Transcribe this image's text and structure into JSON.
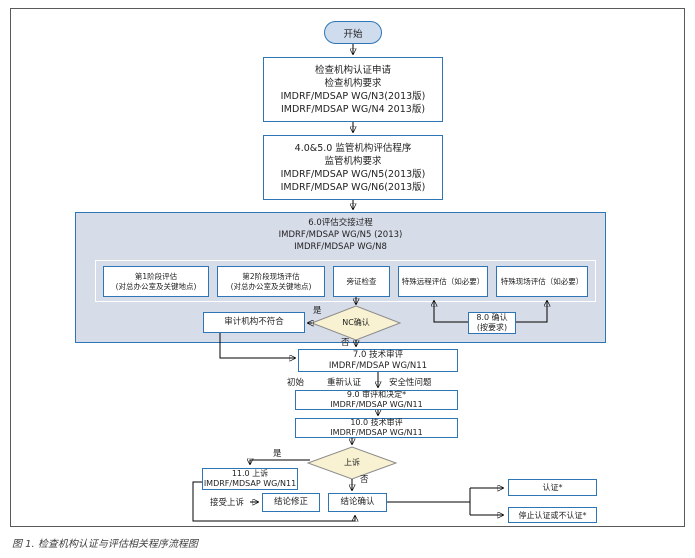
{
  "figure": {
    "caption": "图 1. 检查机构认证与评估相关程序流程图"
  },
  "colors": {
    "accent_blue": "#2e75b6",
    "container_fill": "#d7dce9",
    "decision_fill": "#f8f2d2",
    "start_fill": "#cfdcee",
    "line_color": "#000000"
  },
  "nodes": {
    "start": {
      "label": "开始"
    },
    "application": {
      "lines": [
        "检查机构认证申请",
        "检查机构要求",
        "IMDRF/MDSAP WG/N3(2013版)",
        "IMDRF/MDSAP WG/N4 2013版)"
      ]
    },
    "program": {
      "lines": [
        "4.0&5.0 监管机构评估程序",
        "监管机构要求",
        "IMDRF/MDSAP WG/N5(2013版)",
        "IMDRF/MDSAP WG/N6(2013版)"
      ]
    },
    "exchange": {
      "lines": [
        "6.0评估交接过程",
        "IMDRF/MDSAP WG/N5 (2013)",
        "IMDRF/MDSAP WG/N8"
      ]
    },
    "stage1": {
      "lines": [
        "第1阶段评估",
        "(对总办公室及关键地点)"
      ]
    },
    "stage2": {
      "lines": [
        "第2阶段现场评估",
        "(对总办公室及关键地点)"
      ]
    },
    "witness": {
      "label": "旁证检查"
    },
    "special_remote": {
      "label": "特殊远程评估（如必要）"
    },
    "special_onsite": {
      "label": "特殊现场评估（如必要）"
    },
    "nc_decision": {
      "label": "NC确认"
    },
    "audit_nc": {
      "label": "审计机构不符合"
    },
    "confirm8": {
      "lines": [
        "8.0 确认",
        "(按要求)"
      ]
    },
    "review7": {
      "lines": [
        "7.0 技术审评",
        "IMDRF/MDSAP WG/N11"
      ]
    },
    "review9": {
      "lines": [
        "9.0 审评和决定*",
        "IMDRF/MDSAP WG/N11"
      ]
    },
    "review10": {
      "lines": [
        "10.0 技术审评",
        "IMDRF/MDSAP WG/N11"
      ]
    },
    "appeal_decision": {
      "label": "上诉"
    },
    "appeal11": {
      "lines": [
        "11.0 上诉",
        "IMDRF/MDSAP WG/N11"
      ]
    },
    "conclusion_corrected": {
      "label": "结论修正"
    },
    "conclusion_confirmed": {
      "label": "结论确认"
    },
    "certify": {
      "label": "认证*"
    },
    "stop_certify": {
      "label": "停止认证或不认证*"
    }
  },
  "edge_labels": {
    "nc_yes": "是",
    "nc_no": "否",
    "initial": "初始",
    "recertification": "重新认证",
    "safety_issue": "安全性问题",
    "appeal_yes": "是",
    "appeal_no": "否",
    "accept_appeal": "接受上诉"
  }
}
